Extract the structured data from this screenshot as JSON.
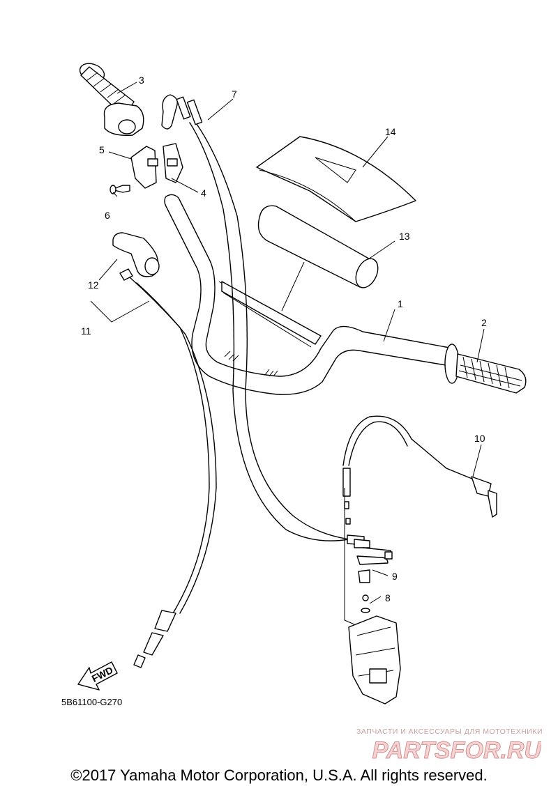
{
  "diagram": {
    "code": "5B61100-G270",
    "fwd_label": "FWD",
    "callouts": [
      "1",
      "2",
      "3",
      "4",
      "5",
      "6",
      "7",
      "8",
      "9",
      "10",
      "11",
      "12",
      "13",
      "14"
    ]
  },
  "footer": {
    "copyright": "©2017 Yamaha Motor Corporation, U.S.A. All rights reserved."
  },
  "watermark": {
    "subtitle": "ЗАПЧАСТИ И АКСЕССУАРЫ ДЛЯ МОТОТЕХНИКИ",
    "logo": "PARTSFOR.RU",
    "color": "#e8a0a0"
  }
}
